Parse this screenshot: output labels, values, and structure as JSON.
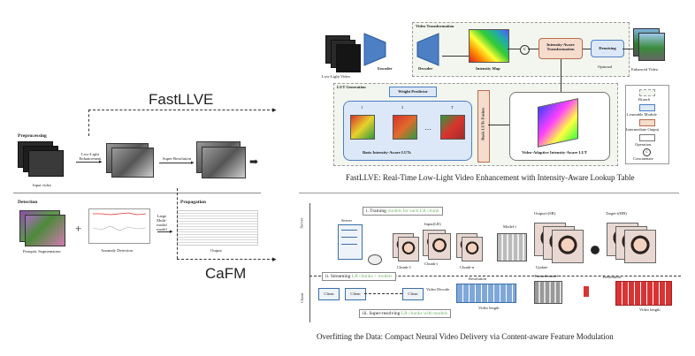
{
  "left_panel": {
    "title_top": "FastLLVE",
    "title_bottom": "CaFM",
    "preprocessing": "Preprocessing",
    "input_video": "Input video",
    "low_light_enhancement": "Low-Light Enhancement",
    "super_resolution": "Super-Resolution",
    "detection": "Detection",
    "panoptic_segmentation": "Panoptic Segmentation",
    "anomaly_detection": "Anomaly Detection",
    "llm_label": "Large Multi-modal model",
    "propagation": "Propagation",
    "output": "Output",
    "plus": "+"
  },
  "fastllve": {
    "low_light_video": "Low-Light Video",
    "encoder": "Encoder",
    "decoder": "Decoder",
    "video_transformation": "Video Transformation",
    "intensity_map": "Intensity Map",
    "intensity_aware_transformation": "Intensity-Aware Transformation",
    "denoising": "Denoising",
    "optional": "Optional",
    "enhanced_video": "Enhanced Video",
    "lut_generation": "LUT Generation",
    "weight_predictor": "Weight Predictor",
    "basis_luts_fusion": "Basis LUTs Fusion",
    "basis_luts": "Basis Intensity-Aware LUTs",
    "video_adaptive_lut": "Video-Adaptive Intensity-Aware LUT",
    "lut_labels": [
      "1",
      "2",
      "T"
    ],
    "legend": [
      "Branch",
      "Learnable Module",
      "Intermediate Output",
      "Operation",
      "Concatenate"
    ],
    "caption": "FastLLVE: Real-Time Low-Light Video Enhancement with Intensity-Aware Lookup Table"
  },
  "cafm": {
    "server": "Server",
    "client": "Client",
    "i_training": "i. Training",
    "i_training_models": "models for each",
    "i_training_chunk": "LR chunk",
    "server_label": "Server",
    "input_lr": "Input(LR)",
    "model_i": "Model-i",
    "output_sr": "Output-i(SR)",
    "target_hr": "Target-i(HR)",
    "chunk_1": "Chunk-1",
    "chunk_i": "Chunk-i",
    "chunk_n": "Chunk-n",
    "update": "Update",
    "ii_streaming": "ii. Streaming",
    "ii_streaming_content": "LR chunks + models",
    "client_label": "Client",
    "video_decode": "Video Decode",
    "resolution": "Resolution",
    "video_length": "Video length",
    "trained_model": "Trained model",
    "iii_super_resolving": "iii. Super-resolving",
    "iii_content": "LR chunks with models",
    "caption": "Overfitting the Data: Compact Neural Video Delivery via Content-aware Feature Modulation"
  },
  "colors": {
    "lut_green": "#2e9a3e",
    "lut_red": "#d8342c",
    "encoder_blue": "#4d7fc4",
    "streaming_green": "#7ab46a",
    "output_red": "#d83434"
  }
}
